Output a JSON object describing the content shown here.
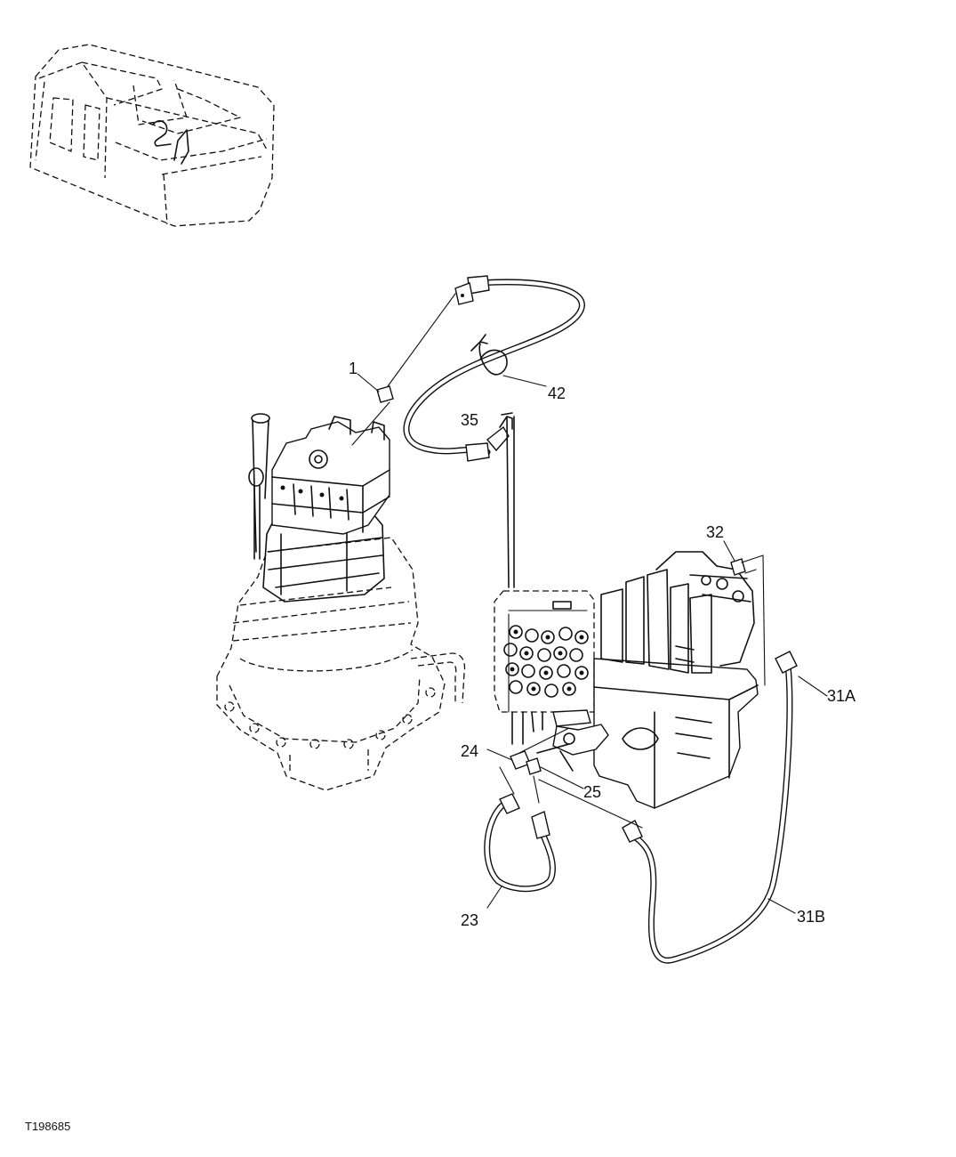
{
  "figure_id": "T198685",
  "callouts": [
    {
      "id": "1",
      "label": "1"
    },
    {
      "id": "42",
      "label": "42"
    },
    {
      "id": "35",
      "label": "35"
    },
    {
      "id": "32",
      "label": "32"
    },
    {
      "id": "31a",
      "label": "31A"
    },
    {
      "id": "24",
      "label": "24"
    },
    {
      "id": "25",
      "label": "25"
    },
    {
      "id": "23",
      "label": "23"
    },
    {
      "id": "31b",
      "label": "31B"
    }
  ]
}
